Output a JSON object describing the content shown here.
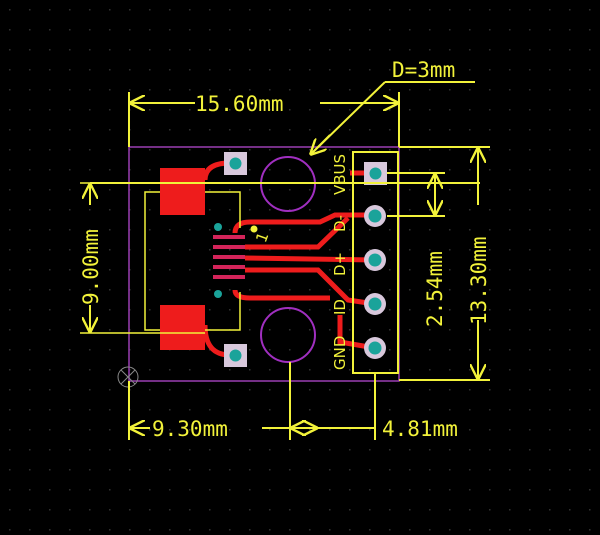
{
  "colors": {
    "background": "#000000",
    "dimension": "#f2f23a",
    "copper": "#ee1c1c",
    "outline": "#9b3fb3",
    "pad": "#1aa39a"
  },
  "dimensions": {
    "hole_diameter": "D=3mm",
    "board_width": "15.60mm",
    "connector_height": "9.00mm",
    "pin_pitch": "2.54mm",
    "board_height": "13.30mm",
    "connector_offset": "9.30mm",
    "header_offset": "4.81mm"
  },
  "pins": [
    "VBUS",
    "D-",
    "D+",
    "ID",
    "GND"
  ],
  "pin1_marker": "1"
}
